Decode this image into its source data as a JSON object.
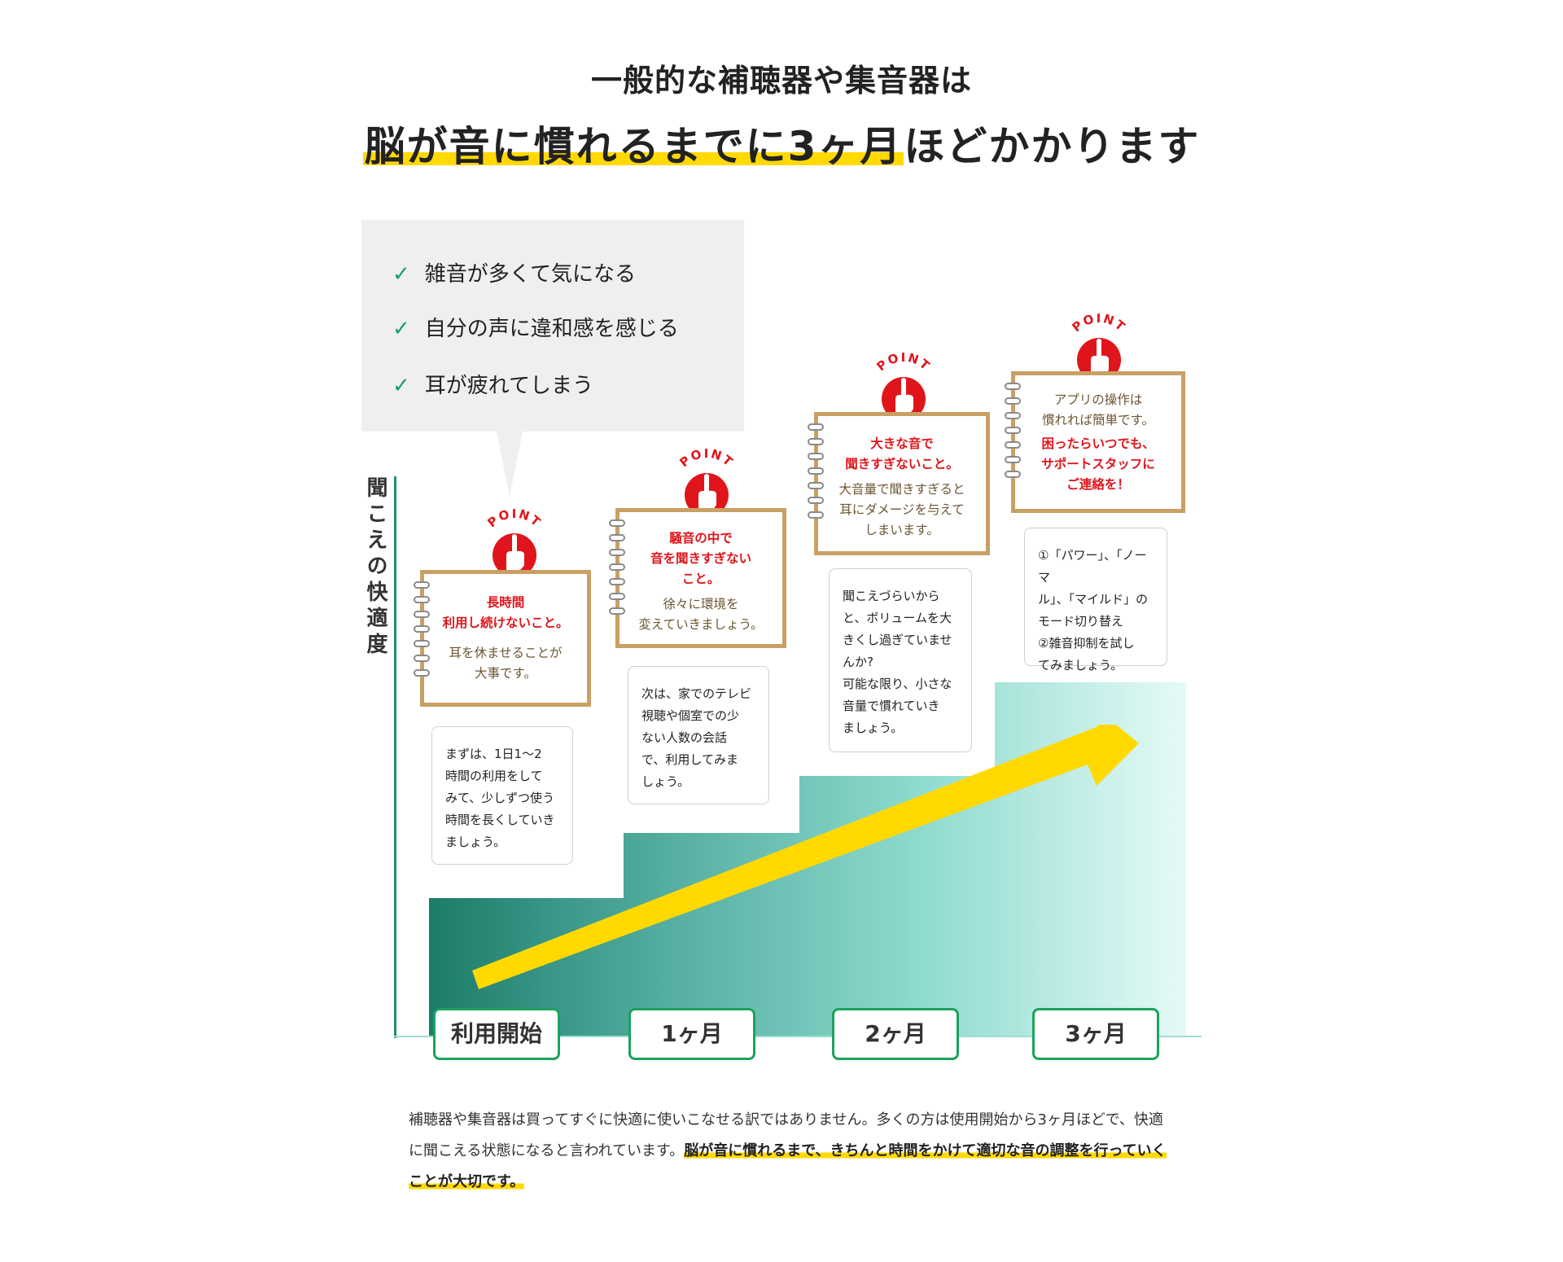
{
  "heading": {
    "line1": "一般的な補聴器や集音器は",
    "line2_highlight": "脳が音に慣れるまでに3ヶ月",
    "line2_rest": "ほどかかります"
  },
  "bubble": {
    "items": [
      "雑音が多くて気になる",
      "自分の声に違和感を感じる",
      "耳が疲れてしまう"
    ]
  },
  "axis": {
    "y_label": "聞こえの快適度"
  },
  "months": [
    "利用開始",
    "1ヶ月",
    "2ヶ月",
    "3ヶ月"
  ],
  "points": [
    {
      "badge": "POINT",
      "red": [
        "長時間",
        "利用し続けないこと。"
      ],
      "brown": [
        "耳を休ませることが",
        "大事です。"
      ],
      "info": [
        "まずは、1日1～2",
        "時間の利用をして",
        "みて、少しずつ使う",
        "時間を長くしていき",
        "ましょう。"
      ]
    },
    {
      "badge": "POINT",
      "red": [
        "騒音の中で",
        "音を聞きすぎない",
        "こと。"
      ],
      "brown": [
        "徐々に環境を",
        "変えていきましょう。"
      ],
      "info": [
        "次は、家でのテレビ",
        "視聴や個室での少",
        "ない人数の会話",
        "で、利用してみま",
        "しょう。"
      ]
    },
    {
      "badge": "POINT",
      "red": [
        "大きな音で",
        "聞きすぎないこと。"
      ],
      "brown": [
        "大音量で聞きすぎると",
        "耳にダメージを与えて",
        "しまいます。"
      ],
      "info": [
        "聞こえづらいから",
        "と、ボリュームを大",
        "きくし過ぎていませ",
        "んか?",
        "可能な限り、小さな",
        "音量で慣れていき",
        "ましょう。"
      ]
    },
    {
      "badge": "POINT",
      "brown_top": [
        "アプリの操作は",
        "慣れれば簡単です。"
      ],
      "red": [
        "困ったらいつでも、",
        "サポートスタッフに",
        "ご連絡を！"
      ],
      "info": [
        "①「パワー」、「ノーマ",
        "ル」、「マイルド」の",
        "モード切り替え",
        "②雑音抑制を試し",
        "てみましょう。"
      ]
    }
  ],
  "paragraph": {
    "normal": "補聴器や集音器は買ってすぐに快適に使いこなせる訳ではありません。多くの方は使用開始から3ヶ月ほどで、快適に聞こえる状態になると言われています。",
    "highlight": "脳が音に慣れるまで、きちんと時間をかけて適切な音の調整を行っていくことが大切です。"
  },
  "colors": {
    "accent_green": "#1aa35c",
    "teal_dark": "#1d7b69",
    "arrow_yellow": "#ffd900",
    "point_red": "#e0151b",
    "pad_border": "#c9a064"
  }
}
